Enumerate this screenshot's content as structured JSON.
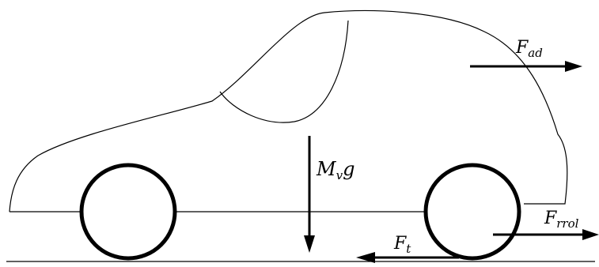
{
  "labels": {
    "aero_drag": {
      "main": "F",
      "sub": "ad"
    },
    "weight": {
      "main": "M",
      "sub": "v",
      "tail": "g"
    },
    "rolling": {
      "main": "F",
      "sub": "rrol"
    },
    "traction": {
      "main": "F",
      "sub": "t"
    }
  }
}
